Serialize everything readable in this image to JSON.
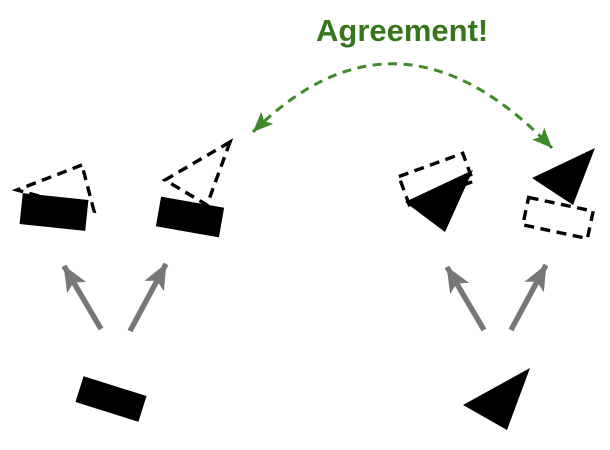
{
  "title": {
    "text": "Agreement!"
  },
  "colors": {
    "title": "#38761d",
    "arc": "#3e8929",
    "arrow": "#777777",
    "shape": "#000000",
    "outline": "#000000",
    "background": "#ffffff"
  },
  "diagram": {
    "connector": "dashed-double-headed-arc",
    "left_group": {
      "source_shape": "black-rectangle",
      "transform_arrows": 2,
      "augmented_shapes": [
        "black-rectangle-with-dashed-triangle-outline",
        "black-rectangle-with-dashed-triangle-outline"
      ]
    },
    "right_group": {
      "source_shape": "black-triangle",
      "transform_arrows": 2,
      "augmented_shapes": [
        "black-triangle-with-dashed-rectangle-outline",
        "black-triangle-with-dashed-rectangle-outline"
      ]
    }
  }
}
